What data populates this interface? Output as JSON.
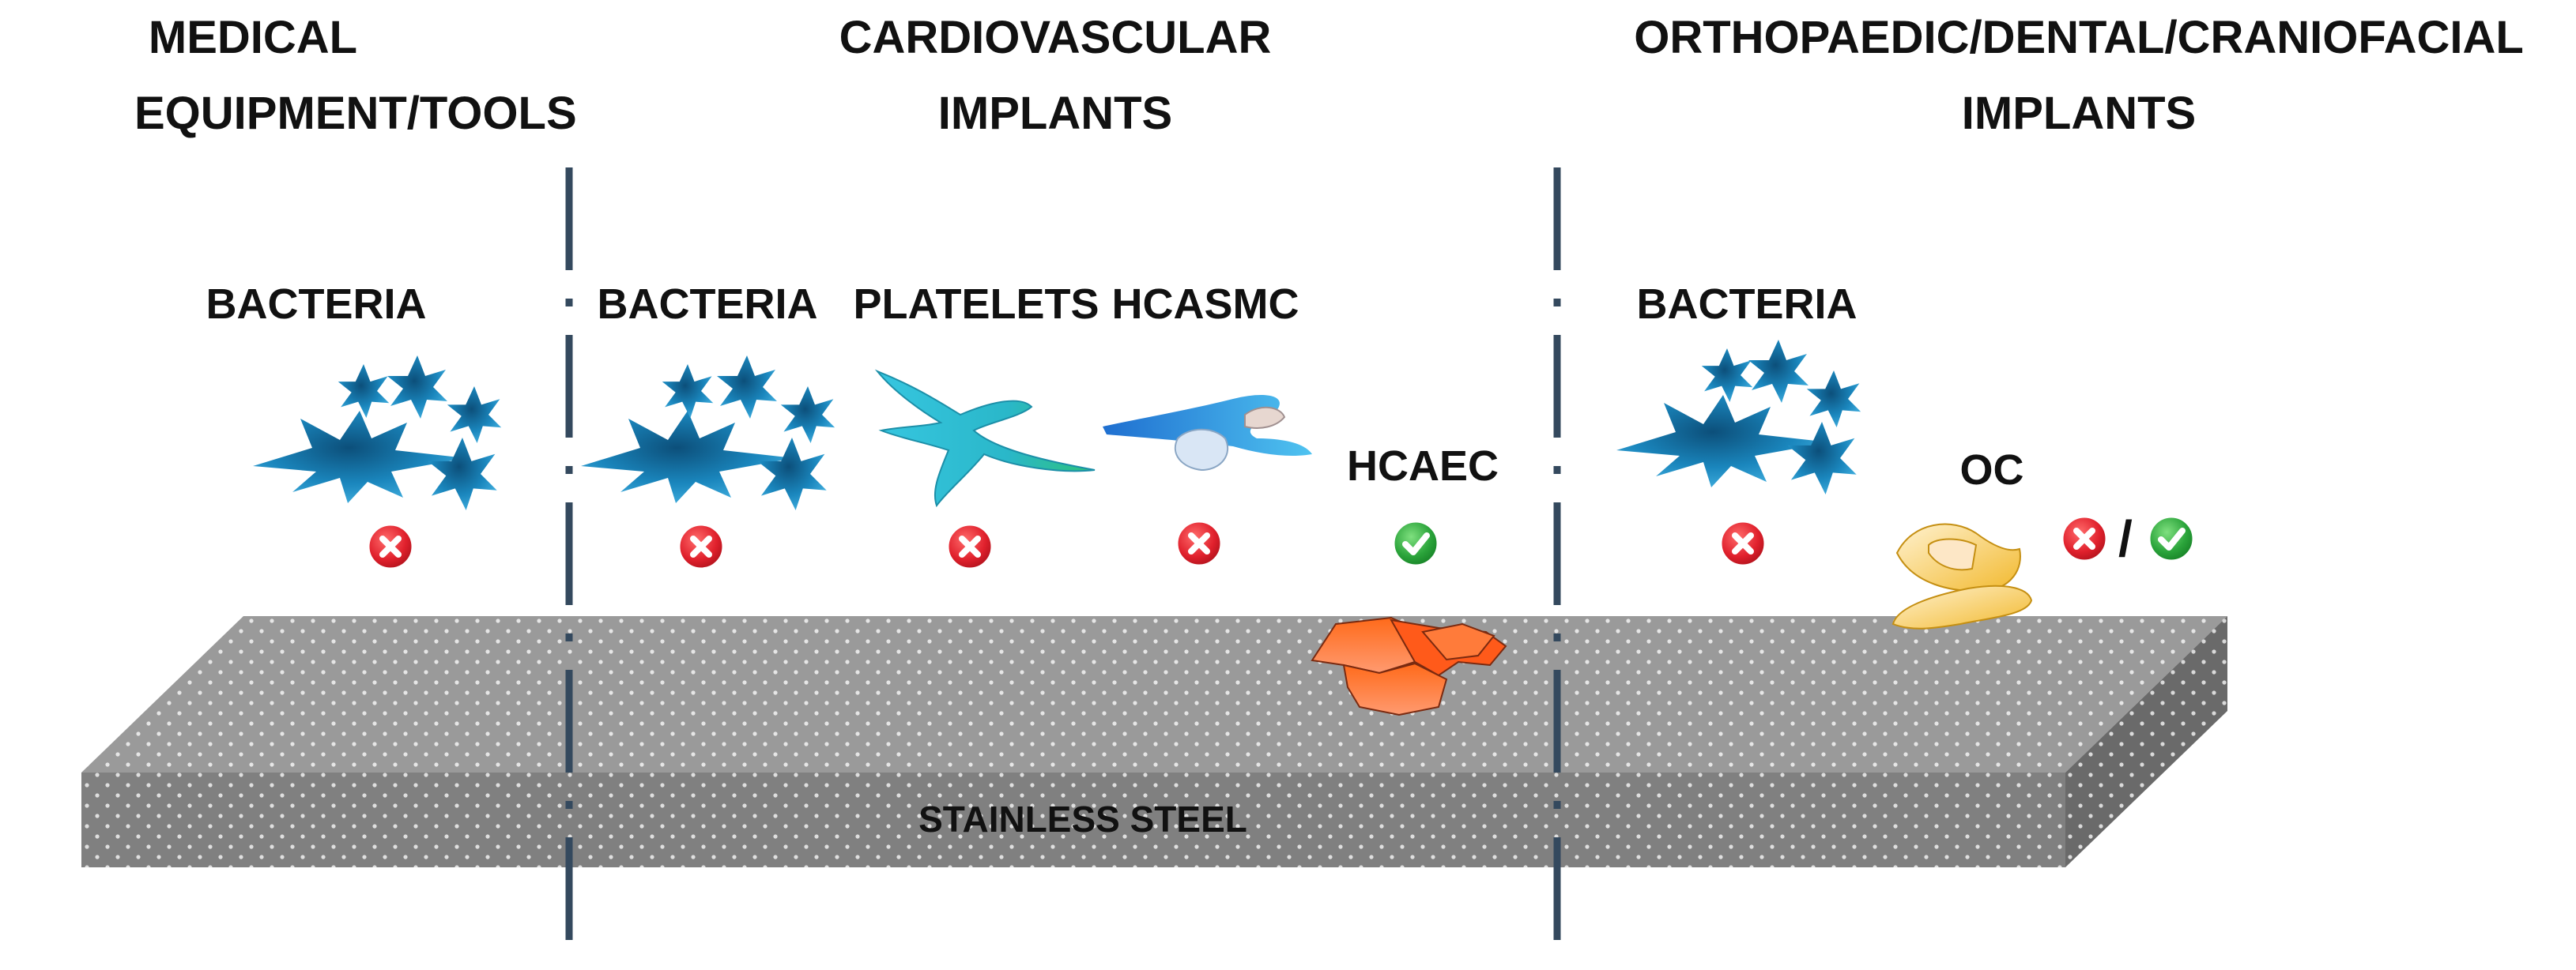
{
  "headers": {
    "medical": [
      "MEDICAL",
      "EQUIPMENT/TOOLS"
    ],
    "cardio": [
      "CARDIOVASCULAR",
      "IMPLANTS"
    ],
    "ortho": [
      "ORTHOPAEDIC/DENTAL/CRANIOFACIAL",
      "IMPLANTS"
    ]
  },
  "labels": {
    "bacteria_medical": "BACTERIA",
    "bacteria_cardio": "BACTERIA",
    "platelets": "PLATELETS",
    "hcasmc": "HCASMC",
    "hcaec": "HCAEC",
    "bacteria_ortho": "BACTERIA",
    "oc": "OC",
    "slash": "/"
  },
  "material": "STAINLESS STEEL",
  "colors": {
    "divider": "#34495e",
    "steel_top": "#9a9a9a",
    "steel_front": "#808080",
    "steel_side": "#6a6a6a",
    "bacteria": "#1e88c0",
    "cross": "#e0202c",
    "check": "#2aa33a"
  },
  "icons": {
    "reject": "cross-mark-icon",
    "accept": "check-mark-icon"
  }
}
